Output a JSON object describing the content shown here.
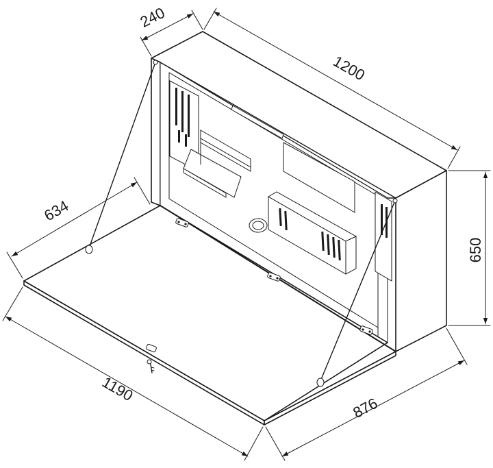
{
  "dimensions": {
    "depth": "240",
    "width": "1200",
    "height": "650",
    "flap_depth": "634",
    "flap_width": "1190",
    "open_depth": "876"
  },
  "colors": {
    "line": "#1a1a1a",
    "background": "#ffffff"
  }
}
